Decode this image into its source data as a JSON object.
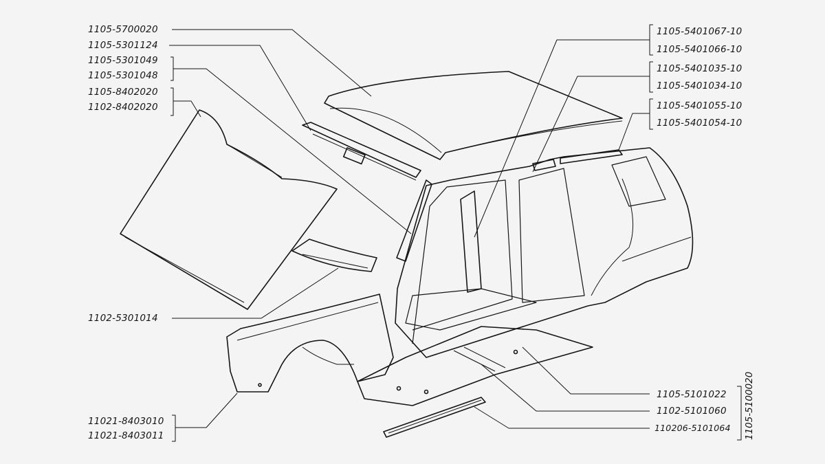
{
  "left_labels": {
    "roof_panel": "1105-5700020",
    "windshield_frame": "1105-5301124",
    "a_pillar_right": "1105-5301049",
    "a_pillar_left": "1105-5301048",
    "hood_a": "1105-8402020",
    "hood_b": "1102-8402020",
    "front_panel": "1102-5301014",
    "fender_right": "11021-8403010",
    "fender_left": "11021-8403011"
  },
  "right_labels": {
    "b_pillar_right": "1105-5401067-10",
    "b_pillar_left": "1105-5401066-10",
    "side_frame_right": "1105-5401035-10",
    "side_frame_left": "1105-5401034-10",
    "rear_side_right": "1105-5401055-10",
    "rear_side_left": "1105-5401054-10",
    "floor_panel": "1105-5101022",
    "floor_crossmember": "1102-5101060",
    "sill": "110206-5101064",
    "floor_assembly": "1105-5100020"
  },
  "colors": {
    "ink": "#151515",
    "paper": "#f4f4f4"
  }
}
